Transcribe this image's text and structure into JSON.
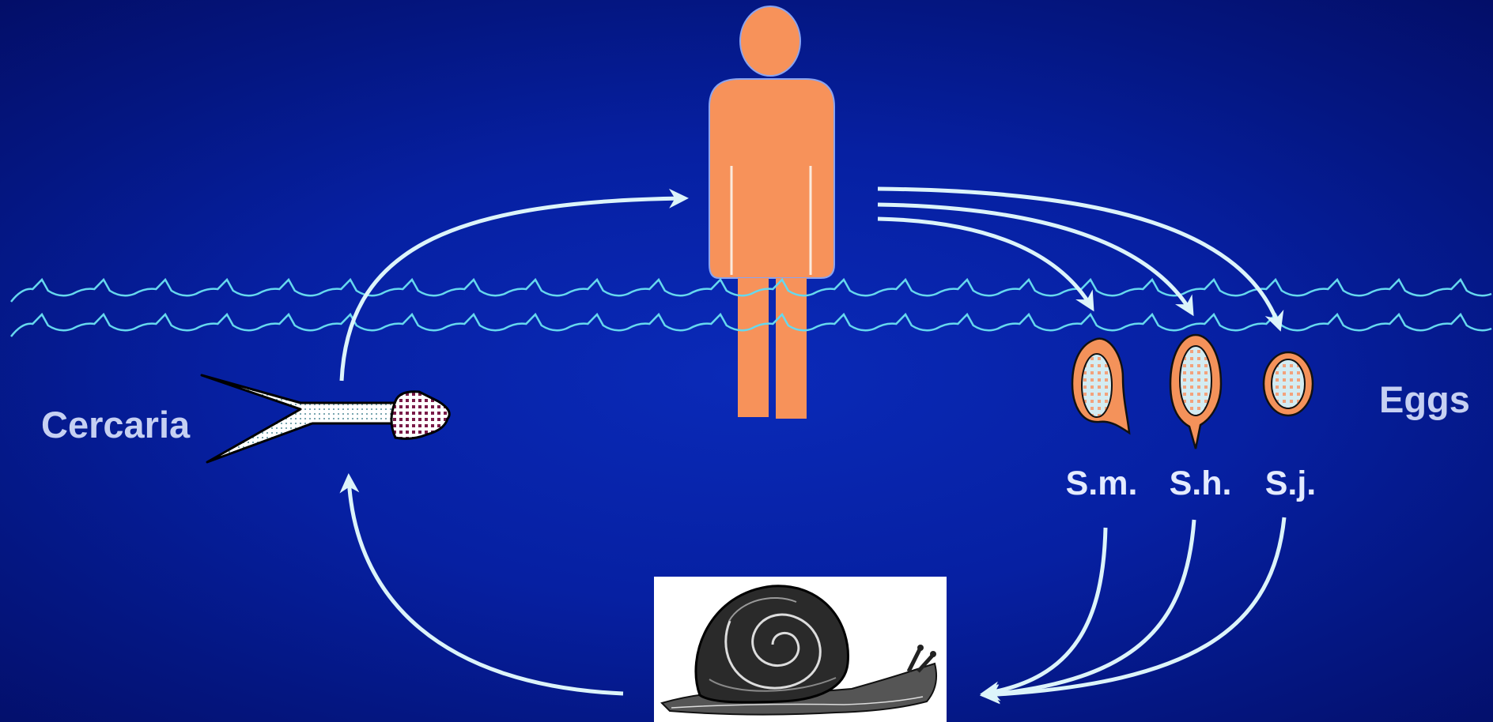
{
  "labels": {
    "cercaria": "Cercaria",
    "eggs": "Eggs",
    "species": [
      {
        "abbr": "S.m."
      },
      {
        "abbr": "S.h."
      },
      {
        "abbr": "S.j."
      }
    ]
  },
  "colors": {
    "background": "#061ea0",
    "human": "#f7925a",
    "arrows": "#dcf4fa",
    "water": "#66d8ee",
    "egg_fill": "#f4925a",
    "egg_core": "#cfe7ee",
    "cercaria_head": "#7a1a48"
  },
  "icons": [
    "human-figure-icon",
    "snail-icon",
    "cercaria-icon",
    "egg-icon"
  ]
}
